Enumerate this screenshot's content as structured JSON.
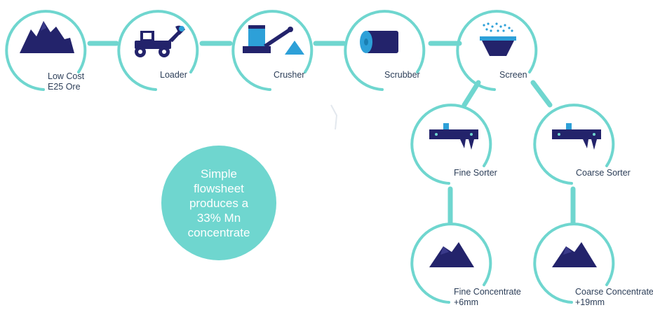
{
  "colors": {
    "accent": "#6fd6cf",
    "icon": "#23236b",
    "icon_light": "#2da0d8",
    "text": "#2c3e58",
    "callout_text": "#ffffff"
  },
  "nodes": [
    {
      "id": "low-cost-ore",
      "label": "Low Cost",
      "label2": "E25 Ore",
      "icon": "mountain-icon"
    },
    {
      "id": "loader",
      "label": "Loader",
      "icon": "loader-icon"
    },
    {
      "id": "crusher",
      "label": "Crusher",
      "icon": "crusher-icon"
    },
    {
      "id": "scrubber",
      "label": "Scrubber",
      "icon": "scrubber-icon"
    },
    {
      "id": "screen",
      "label": "Screen",
      "icon": "screen-icon"
    },
    {
      "id": "fine-sorter",
      "label": "Fine Sorter",
      "icon": "sorter-icon"
    },
    {
      "id": "coarse-sorter",
      "label": "Coarse Sorter",
      "icon": "sorter-icon"
    },
    {
      "id": "fine-concentrate",
      "label": "Fine Concentrate",
      "label2": "+6mm",
      "icon": "concentrate-icon"
    },
    {
      "id": "coarse-concentrate",
      "label": "Coarse Concentrate",
      "label2": "+19mm",
      "icon": "concentrate-icon"
    }
  ],
  "callout": {
    "line1": "Simple",
    "line2": "flowsheet",
    "line3": "produces a",
    "line4": "33% Mn",
    "line5": "concentrate"
  }
}
